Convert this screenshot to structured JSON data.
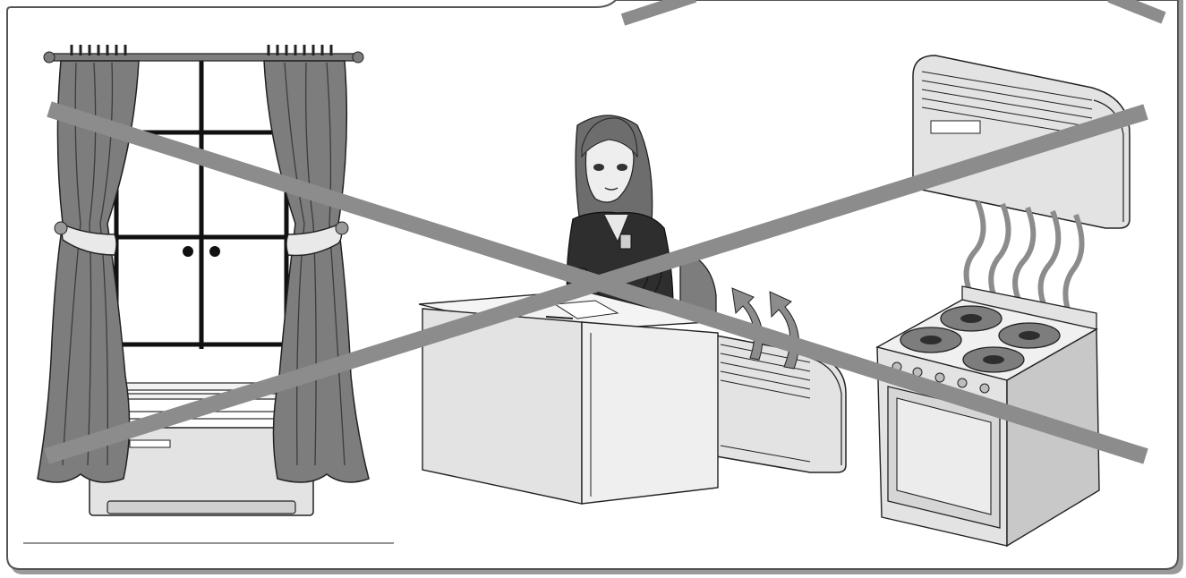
{
  "illustration": {
    "scenes": [
      {
        "name": "window-with-curtains-and-low-unit",
        "crossed_out": true
      },
      {
        "name": "woman-at-desk-with-floor-unit",
        "crossed_out": true
      },
      {
        "name": "wall-unit-above-gas-stove",
        "crossed_out": true
      }
    ]
  },
  "colors": {
    "frame_border": "#555555",
    "frame_shadow": "#9a9a9a",
    "cross_stroke": "#8c8c8c",
    "curtain_fill": "#7d7d7d",
    "appliance_fill": "#e3e3e3",
    "outline": "#222222"
  }
}
